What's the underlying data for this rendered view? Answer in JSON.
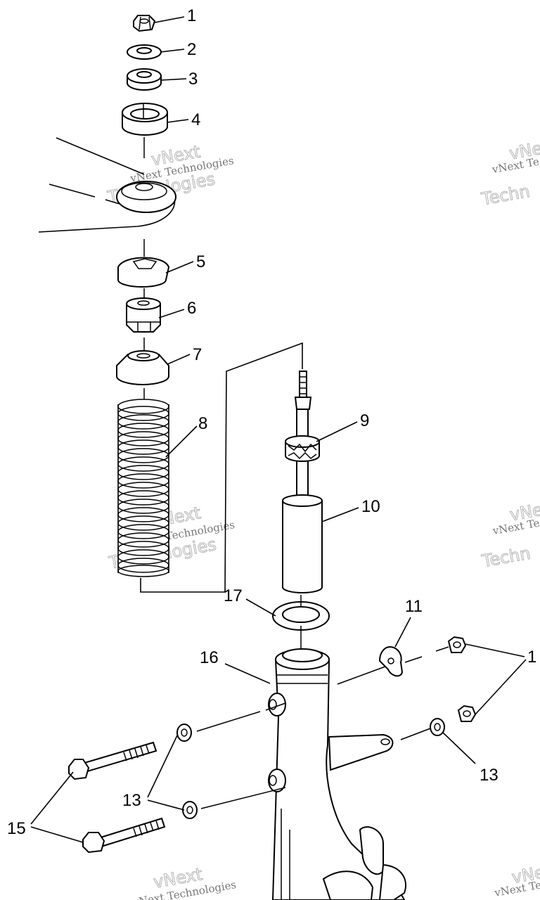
{
  "diagram": {
    "title": "Front strut assembly exploded view",
    "callouts": {
      "c1": "1",
      "c2": "2",
      "c3": "3",
      "c4": "4",
      "c5": "5",
      "c6": "6",
      "c7": "7",
      "c8": "8",
      "c9": "9",
      "c10": "10",
      "c11": "11",
      "c12": "1",
      "c13a": "13",
      "c13b": "13",
      "c15": "15",
      "c16": "16",
      "c17": "17"
    },
    "watermark": {
      "line1": "vNext Technologies",
      "line2": "Technologies",
      "line3": "vNext",
      "short1": "vNext Te",
      "short2": "Techn",
      "short3": "vNe"
    }
  }
}
